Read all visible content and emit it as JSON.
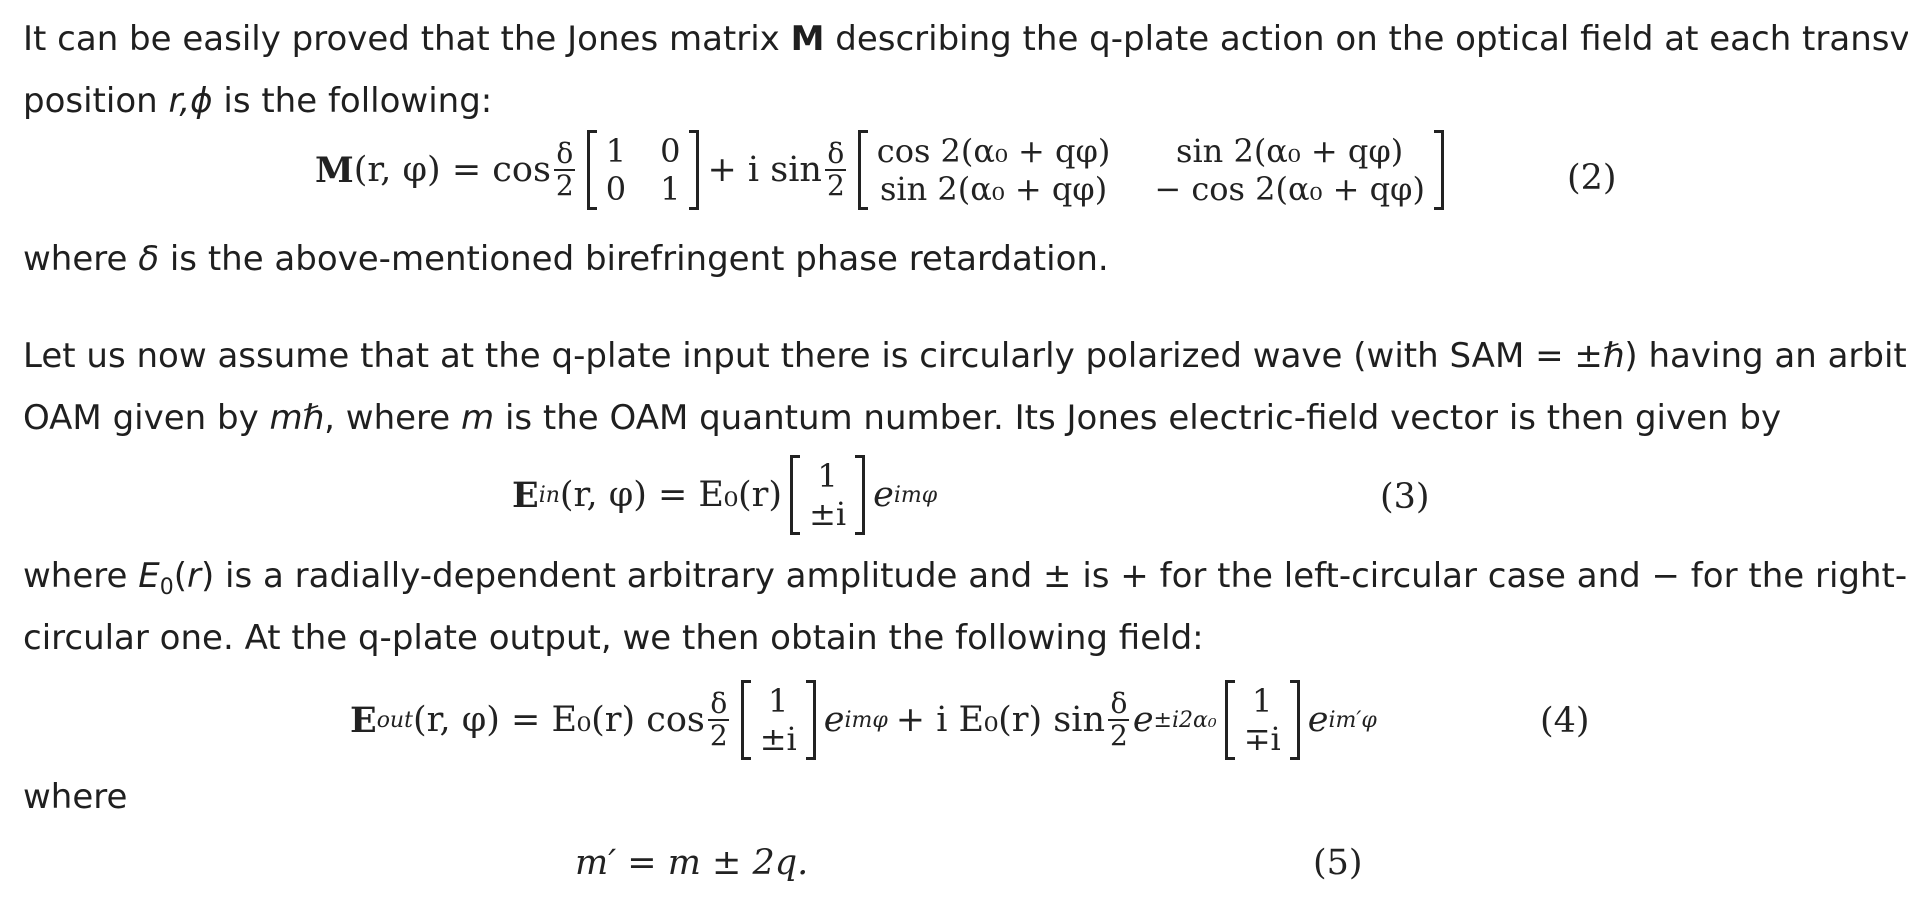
{
  "para1": {
    "a": "It can be easily proved that the Jones matrix ",
    "b": "M",
    "c": " describing the q-plate action on the optical field at each transverse",
    "d": "position ",
    "e": "r,ϕ",
    "f": " is the following:"
  },
  "eq2": {
    "lhs": "M",
    "lhs_args": "(r, φ) = cos",
    "delta": "δ",
    "two": "2",
    "m1": [
      "1",
      "0",
      "0",
      "1"
    ],
    "plus_i_sin": "+ i sin",
    "m2": [
      "cos 2(α₀ + qφ)",
      "sin 2(α₀ + qφ)",
      "sin 2(α₀ + qφ)",
      "− cos 2(α₀ + qφ)"
    ],
    "number": "(2)"
  },
  "para2": {
    "a": "where ",
    "b": "δ",
    "c": " is the above-mentioned birefringent phase retardation."
  },
  "para3": {
    "line1": "Let us now assume that at the q-plate input there is circularly polarized wave (with SAM = ±ℏ) having an arbitrary",
    "l2a": "OAM given by ",
    "l2b": "mℏ",
    "l2c": ", where ",
    "l2d": "m",
    "l2e": " is the OAM quantum number. Its Jones electric-field vector is then given by"
  },
  "eq3": {
    "lhs": "E",
    "sub": "in",
    "rhs": "(r, φ) = E₀(r)",
    "vec": [
      "1",
      "±i"
    ],
    "exp": "e",
    "exp_sup": "imφ",
    "number": "(3)"
  },
  "para4": {
    "a": "where ",
    "b": "E",
    "b_sub": "0",
    "c": "(",
    "d": "r",
    "e": ") is a radially-dependent arbitrary amplitude and ± is + for the left-circular case and − for the right-",
    "line2": "circular one. At the q-plate output, we then obtain the following field:"
  },
  "eq4": {
    "lhs": "E",
    "sub": "out",
    "rhs": "(r, φ) = E₀(r) cos",
    "delta": "δ",
    "two": "2",
    "vec1": [
      "1",
      "±i"
    ],
    "exp1": "e",
    "exp1_sup": "imφ",
    "mid": "+ i E₀(r) sin",
    "exp2": "e",
    "exp2_sup": "±i2α₀",
    "vec2": [
      "1",
      "∓i"
    ],
    "exp3": "e",
    "exp3_sup": "im′φ",
    "number": "(4)"
  },
  "para5": {
    "text": "where"
  },
  "eq5": {
    "text": "m′ = m ± 2q.",
    "number": "(5)"
  }
}
